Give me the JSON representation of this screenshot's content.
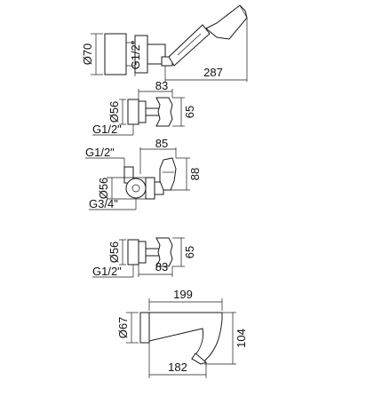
{
  "colors": {
    "line": "#1a1a1a",
    "background": "#ffffff"
  },
  "shower_set": {
    "diameter": "Ø70",
    "thread": "G1/2\"",
    "length": "287"
  },
  "tap_top": {
    "diameter": "Ø56",
    "thread": "G1/2\"",
    "width": "83",
    "height": "65"
  },
  "diverter": {
    "thread_top": "G1/2\"",
    "diameter": "Ø56",
    "thread_bottom": "G3/4\"",
    "width": "85",
    "height": "88"
  },
  "tap_bottom": {
    "diameter": "Ø56",
    "thread": "G1/2\"",
    "width": "83",
    "height": "65"
  },
  "spout": {
    "diameter": "Ø67",
    "length_top": "199",
    "length_bottom": "182",
    "height": "104"
  }
}
